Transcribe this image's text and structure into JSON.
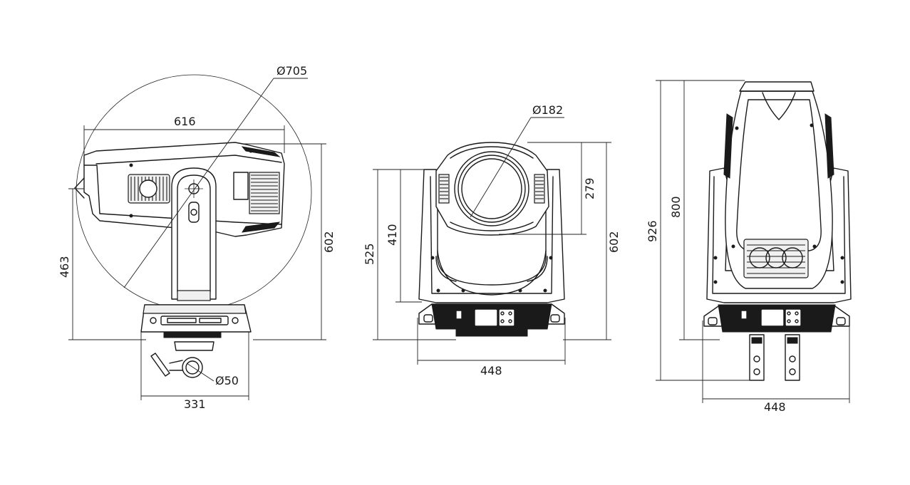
{
  "views": {
    "side": {
      "dims": {
        "swing_diameter": "Ø705",
        "head_length": "616",
        "total_height": "602",
        "pivot_height": "463",
        "base_width": "331",
        "clamp_diameter": "Ø50"
      }
    },
    "front": {
      "dims": {
        "lens_diameter": "Ø182",
        "lens_to_top": "279",
        "pivot_height": "410",
        "height_to_head": "525",
        "total_height": "602",
        "base_width": "448"
      }
    },
    "back": {
      "dims": {
        "total_height": "926",
        "body_height": "800",
        "base_width": "448"
      }
    }
  }
}
